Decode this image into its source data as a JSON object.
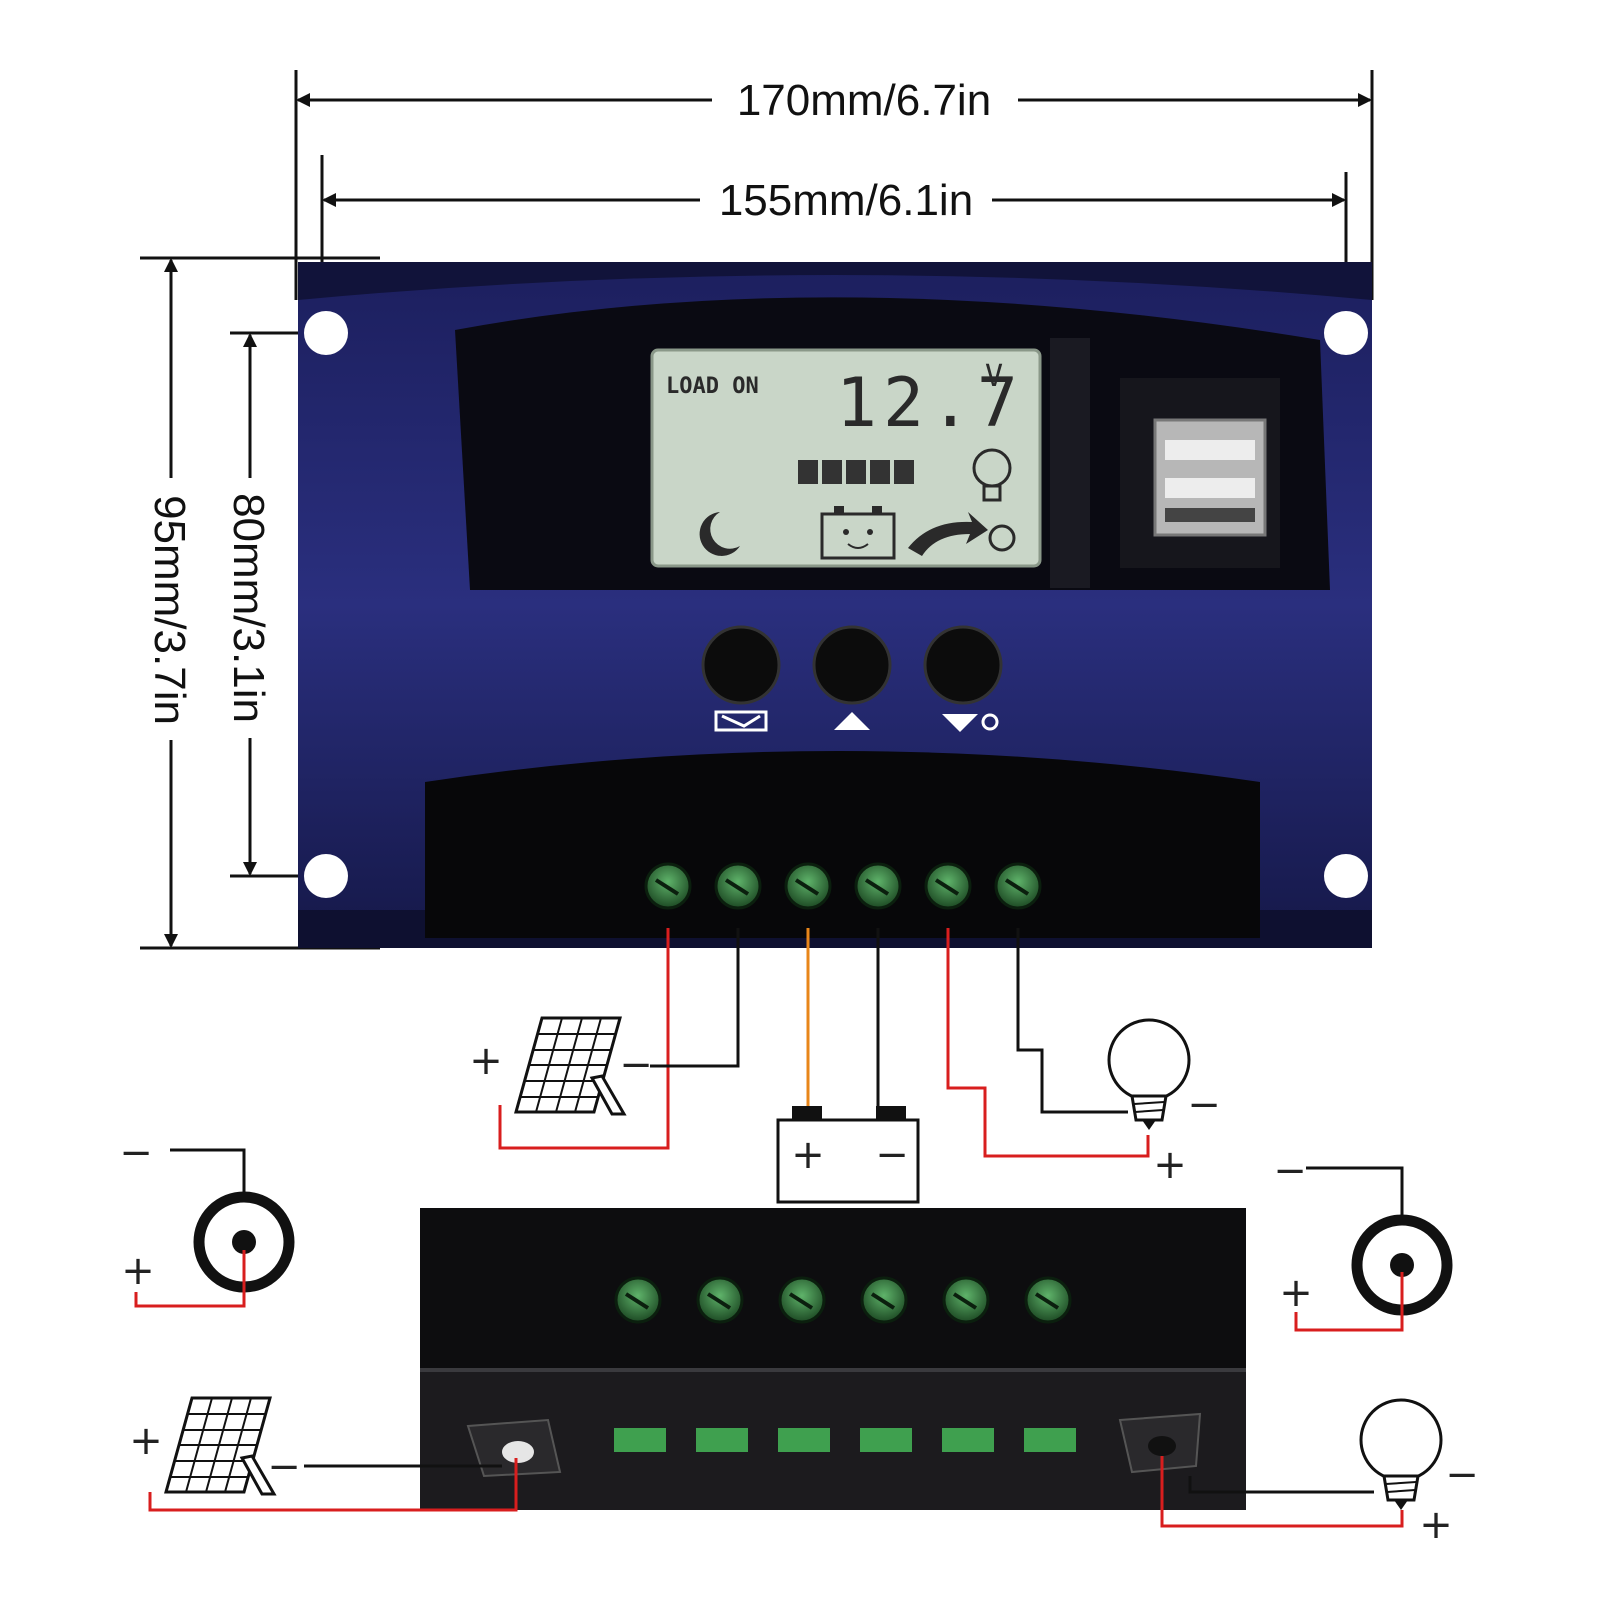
{
  "dimensions": {
    "outer_width": "170mm/6.7in",
    "inner_width": "155mm/6.1in",
    "outer_height": "95mm/3.7in",
    "inner_height": "80mm/3.1in"
  },
  "lcd": {
    "status": "LOAD ON",
    "voltage": "12.7",
    "unit": "V"
  },
  "wiring": {
    "plus": "+",
    "minus": "−"
  },
  "colors": {
    "housing": "#1f2266",
    "lcd_background": "#c9d6c8",
    "terminal_green": "#2f7a3a",
    "wire_positive": "#d81e1e",
    "wire_negative": "#111111",
    "wire_battery_positive": "#e8861a"
  },
  "icons": [
    "moon-icon",
    "battery-icon",
    "bulb-icon",
    "solar-panel-icon",
    "usb-port-icon",
    "dc-jack-icon",
    "menu-button-icon",
    "up-button-icon",
    "down-button-icon"
  ]
}
